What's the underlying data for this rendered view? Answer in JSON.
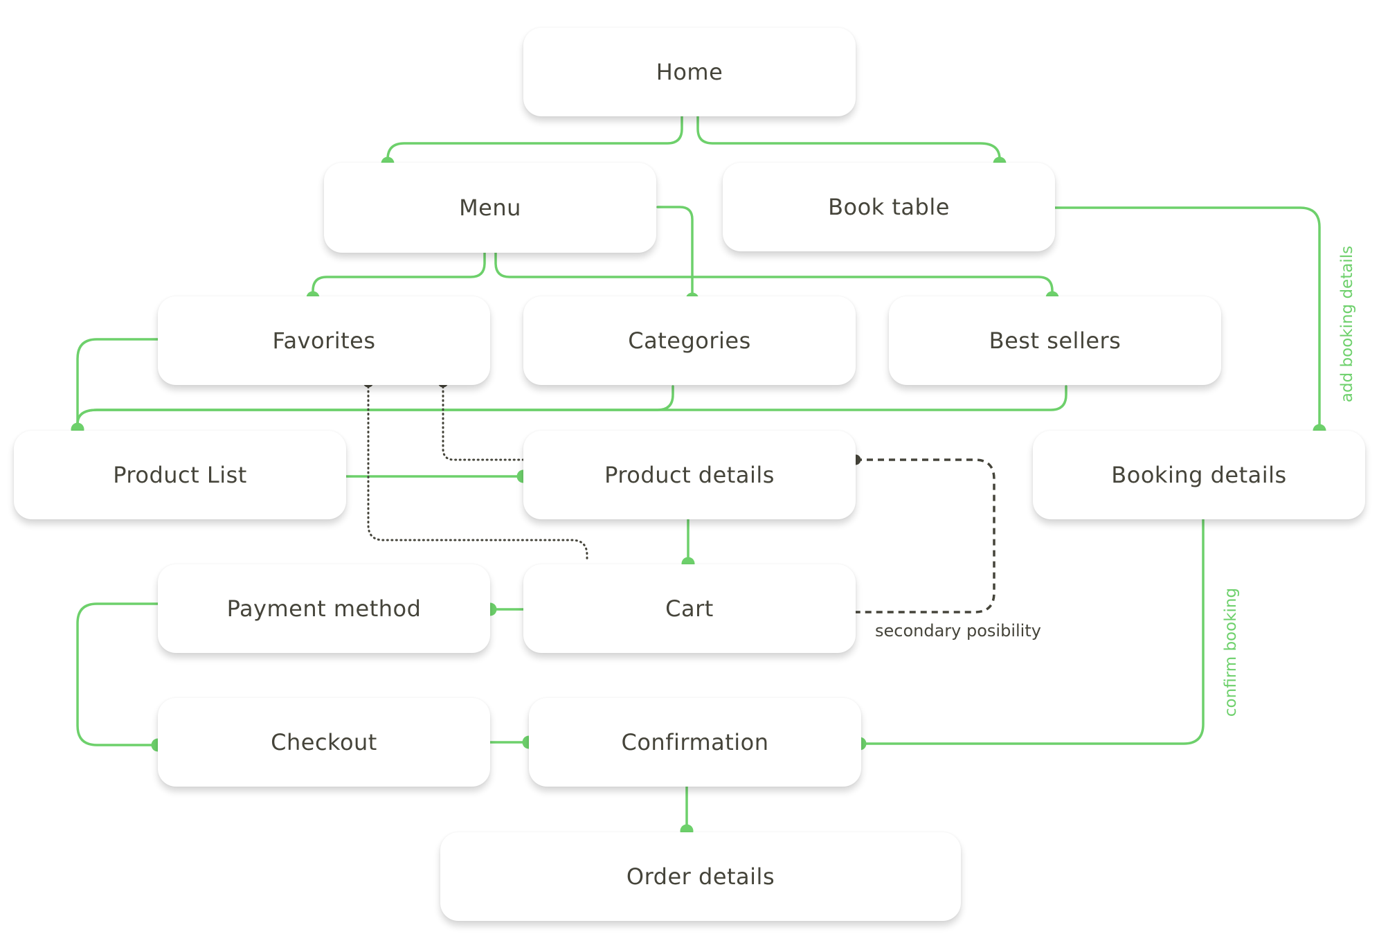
{
  "colors": {
    "connector": "#6dd06b",
    "dotted": "#45443a",
    "text": "#45443a",
    "card": "#ffffff"
  },
  "nodes": {
    "home": "Home",
    "menu": "Menu",
    "book_table": "Book table",
    "favorites": "Favorites",
    "categories": "Categories",
    "best_sellers": "Best sellers",
    "product_list": "Product List",
    "product_details": "Product details",
    "booking_details": "Booking details",
    "payment_method": "Payment method",
    "cart": "Cart",
    "checkout": "Checkout",
    "confirmation": "Confirmation",
    "order_details": "Order details"
  },
  "annotations": {
    "secondary": "secondary posibility",
    "add_booking": "add booking details",
    "confirm_booking": "confirm booking"
  }
}
